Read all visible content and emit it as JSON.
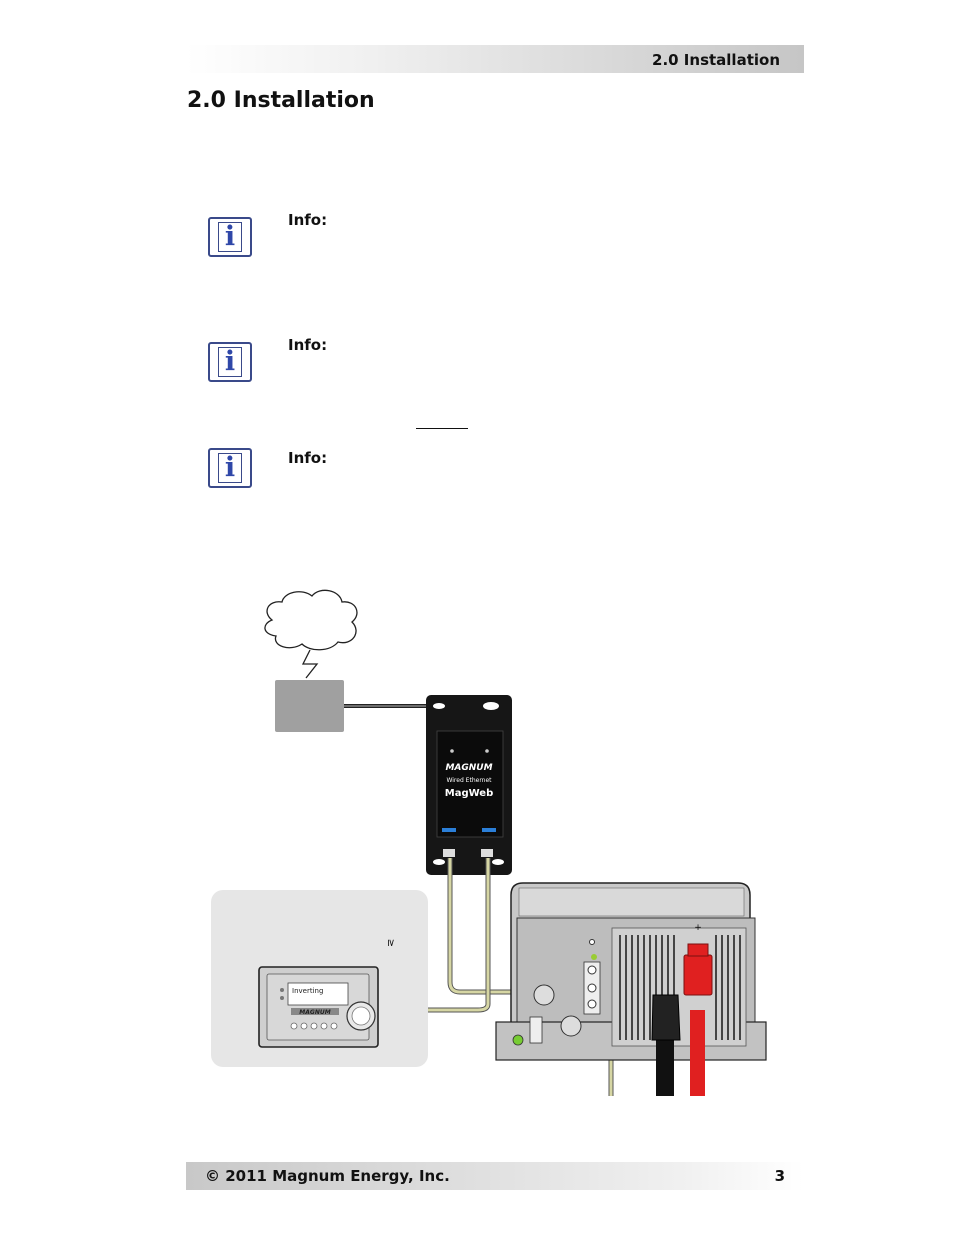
{
  "header": {
    "section": "2.0 Installation"
  },
  "page_title": "2.0 Installation",
  "info_notes": [
    {
      "label": "Info:"
    },
    {
      "label": "Info:"
    },
    {
      "label": "Info:"
    }
  ],
  "diagram": {
    "magweb_brand": "MAGNUM",
    "magweb_subtitle": "Wired Ethernet",
    "magweb_name": "MagWeb",
    "remote_display_text": "Inverting",
    "remote_brand": "MAGNUM",
    "remote_symbol": "≥"
  },
  "footer": {
    "copyright": "© 2011 Magnum Energy, Inc.",
    "page_number": "3"
  },
  "colors": {
    "info_icon": "#3a4a8a",
    "cable": "#cfcf9a",
    "battery_positive": "#e02020",
    "battery_negative": "#111111"
  }
}
